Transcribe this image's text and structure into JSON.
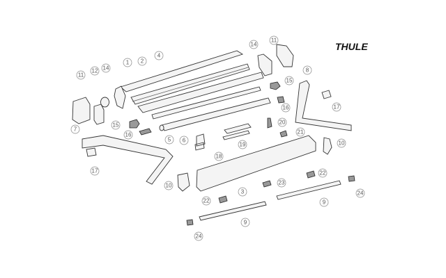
{
  "brand": "THULE",
  "callouts": [
    {
      "label": "1"
    },
    {
      "label": "2"
    },
    {
      "label": "4"
    },
    {
      "label": "11"
    },
    {
      "label": "12"
    },
    {
      "label": "14"
    },
    {
      "label": "14"
    },
    {
      "label": "11"
    },
    {
      "label": "8"
    },
    {
      "label": "15"
    },
    {
      "label": "15"
    },
    {
      "label": "16"
    },
    {
      "label": "16"
    },
    {
      "label": "17"
    },
    {
      "label": "20"
    },
    {
      "label": "21"
    },
    {
      "label": "5"
    },
    {
      "label": "6"
    },
    {
      "label": "18"
    },
    {
      "label": "19"
    },
    {
      "label": "7"
    },
    {
      "label": "17"
    },
    {
      "label": "10"
    },
    {
      "label": "10"
    },
    {
      "label": "3"
    },
    {
      "label": "22"
    },
    {
      "label": "22"
    },
    {
      "label": "23"
    },
    {
      "label": "9"
    },
    {
      "label": "9"
    },
    {
      "label": "24"
    },
    {
      "label": "24"
    }
  ]
}
